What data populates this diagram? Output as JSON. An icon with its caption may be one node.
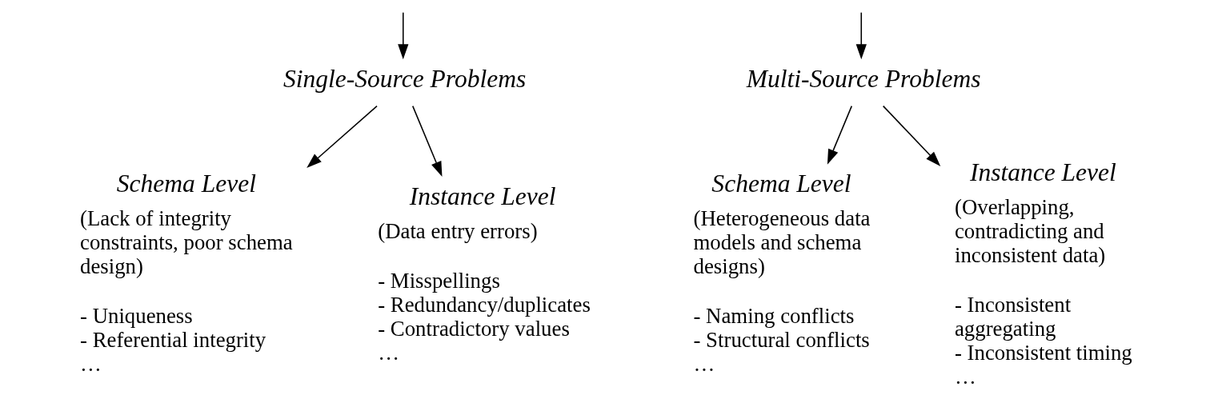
{
  "diagram": {
    "nodes": [
      {
        "text": [
          "Single-Source Problems"
        ]
      },
      {
        "text": [
          "Multi-Source Problems"
        ]
      },
      {
        "text": [
          "Schema Level"
        ],
        "beside": [
          "(Lack of integrity constraints, poor schema design)",
          "- Uniqueness",
          "- Referential integrity",
          "…"
        ]
      },
      {
        "text": [
          "Instance Level"
        ],
        "beside": [
          "(Data entry errors)",
          "- Misspellings",
          "- Redundancy/duplicates",
          "- Contradictory values",
          "…"
        ]
      },
      {
        "text": [
          "Schema Level"
        ],
        "beside": [
          "(Heterogeneous data models and schema designs)",
          "- Naming conflicts",
          "- Structural conflicts",
          "…"
        ]
      },
      {
        "text": [
          "Instance Level"
        ],
        "beside": [
          "(Overlapping, contradicting and inconsistent data)",
          "- Inconsistent aggregating",
          "- Inconsistent timing",
          "…"
        ]
      }
    ],
    "edges": [
      {
        "from": null,
        "to": 0,
        "arrow": "to"
      },
      {
        "from": null,
        "to": 1,
        "arrow": "to"
      },
      {
        "from": 0,
        "to": 2,
        "arrow": "to"
      },
      {
        "from": 0,
        "to": 3,
        "arrow": "to"
      },
      {
        "from": 1,
        "to": 4,
        "arrow": "to"
      },
      {
        "from": 1,
        "to": 5,
        "arrow": "to"
      }
    ]
  }
}
